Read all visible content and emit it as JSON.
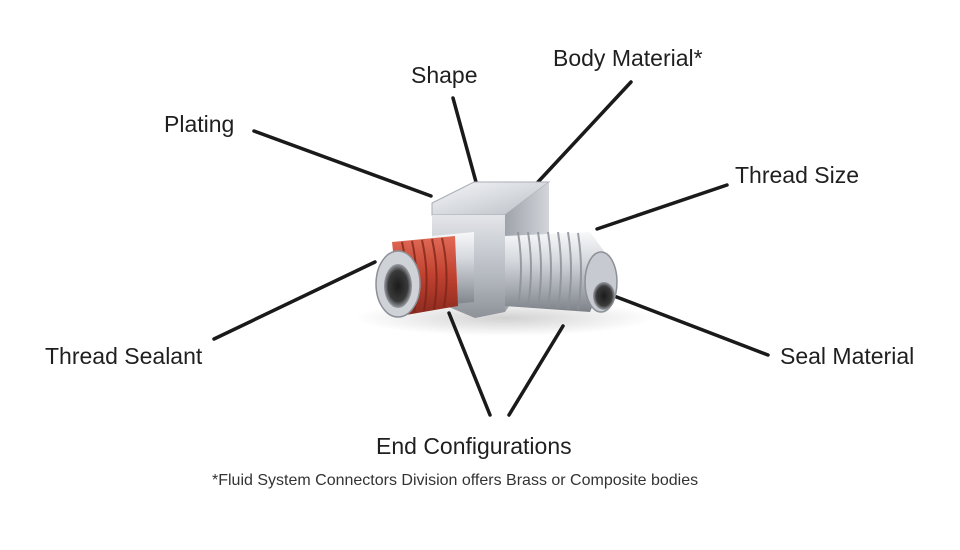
{
  "labels": {
    "shape": "Shape",
    "body_material": "Body Material*",
    "plating": "Plating",
    "thread_size": "Thread Size",
    "thread_sealant": "Thread Sealant",
    "seal_material": "Seal Material",
    "end_configurations": "End Configurations"
  },
  "footnote": "*Fluid System Connectors Division offers Brass or Composite bodies",
  "colors": {
    "leader_line": "#1a1a1a",
    "sealant": "#c0412f",
    "metal": "#c9ccd1"
  }
}
